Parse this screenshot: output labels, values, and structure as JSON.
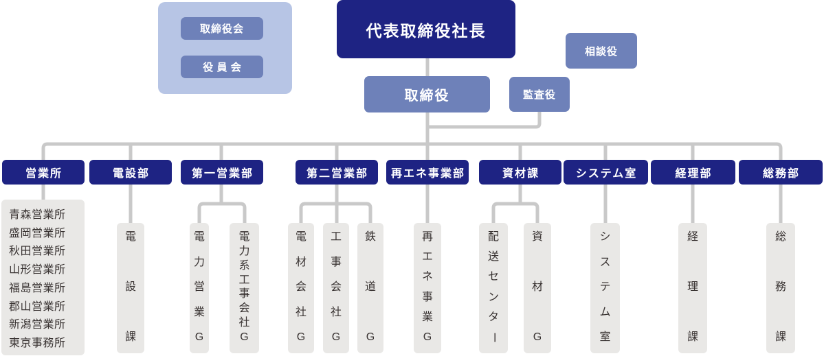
{
  "colors": {
    "navy": "#1e2383",
    "medium_blue": "#6e81b9",
    "panel_blue": "#b7c5e5",
    "gray_box": "#e9e8e6",
    "line": "#c9c9c9",
    "dark_text": "#383231"
  },
  "board_panel": {
    "board_meeting_label": "取締役会",
    "officers_meeting_label": "役員会"
  },
  "president": {
    "label": "代表取締役社長"
  },
  "director": {
    "label": "取締役"
  },
  "advisor": {
    "label": "相談役"
  },
  "auditor": {
    "label": "監査役"
  },
  "departments": [
    {
      "label": "営業所",
      "offices": [
        "青森営業所",
        "盛岡営業所",
        "秋田営業所",
        "山形営業所",
        "福島営業所",
        "郡山営業所",
        "新潟営業所",
        "東京事務所"
      ]
    },
    {
      "label": "電設部",
      "children": [
        {
          "label": "電設課"
        }
      ]
    },
    {
      "label": "第一営業部",
      "children": [
        {
          "label": "電力営業G"
        },
        {
          "label": "電力系工事会社G"
        }
      ]
    },
    {
      "label": "第二営業部",
      "children": [
        {
          "label": "電材会社G"
        },
        {
          "label": "工事会社G"
        },
        {
          "label": "鉄道G"
        }
      ]
    },
    {
      "label": "再エネ事業部",
      "children": [
        {
          "label": "再エネ事業G"
        }
      ]
    },
    {
      "label": "資材課",
      "children": [
        {
          "label": "配送センター"
        },
        {
          "label": "資材G"
        }
      ]
    },
    {
      "label": "システム室",
      "children": [
        {
          "label": "システム室"
        }
      ]
    },
    {
      "label": "経理部",
      "children": [
        {
          "label": "経理課"
        }
      ]
    },
    {
      "label": "総務部",
      "children": [
        {
          "label": "総務課"
        }
      ]
    }
  ]
}
